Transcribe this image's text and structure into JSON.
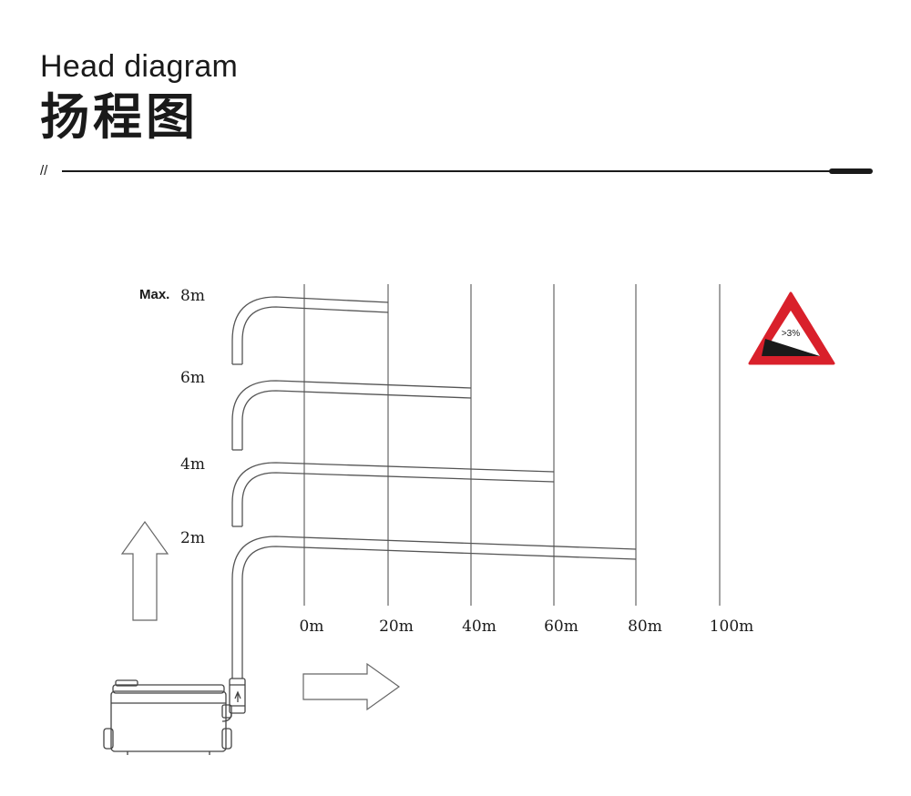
{
  "header": {
    "title_en": "Head diagram",
    "title_cn": "扬程图",
    "divider_mark": "//"
  },
  "head_levels": [
    {
      "label": "Max. 8m",
      "prefix": "Max.",
      "value": "8m",
      "head_m": 8,
      "horizontal_m": 20
    },
    {
      "label": "6m",
      "value": "6m",
      "head_m": 6,
      "horizontal_m": 40
    },
    {
      "label": "4m",
      "value": "4m",
      "head_m": 4,
      "horizontal_m": 60
    },
    {
      "label": "2m",
      "value": "2m",
      "head_m": 2,
      "horizontal_m": 80
    }
  ],
  "distance_labels": [
    "0m",
    "20m",
    "40m",
    "60m",
    "80m",
    "100m"
  ],
  "slope_sign": {
    "text": ">3%",
    "border_color": "#d9202b"
  },
  "colors": {
    "line": "#555555",
    "text": "#1a1a1a",
    "warning": "#d9202b"
  },
  "icons": [
    "up-arrow-icon",
    "right-arrow-icon",
    "slope-warning-icon",
    "pump-unit-icon"
  ]
}
